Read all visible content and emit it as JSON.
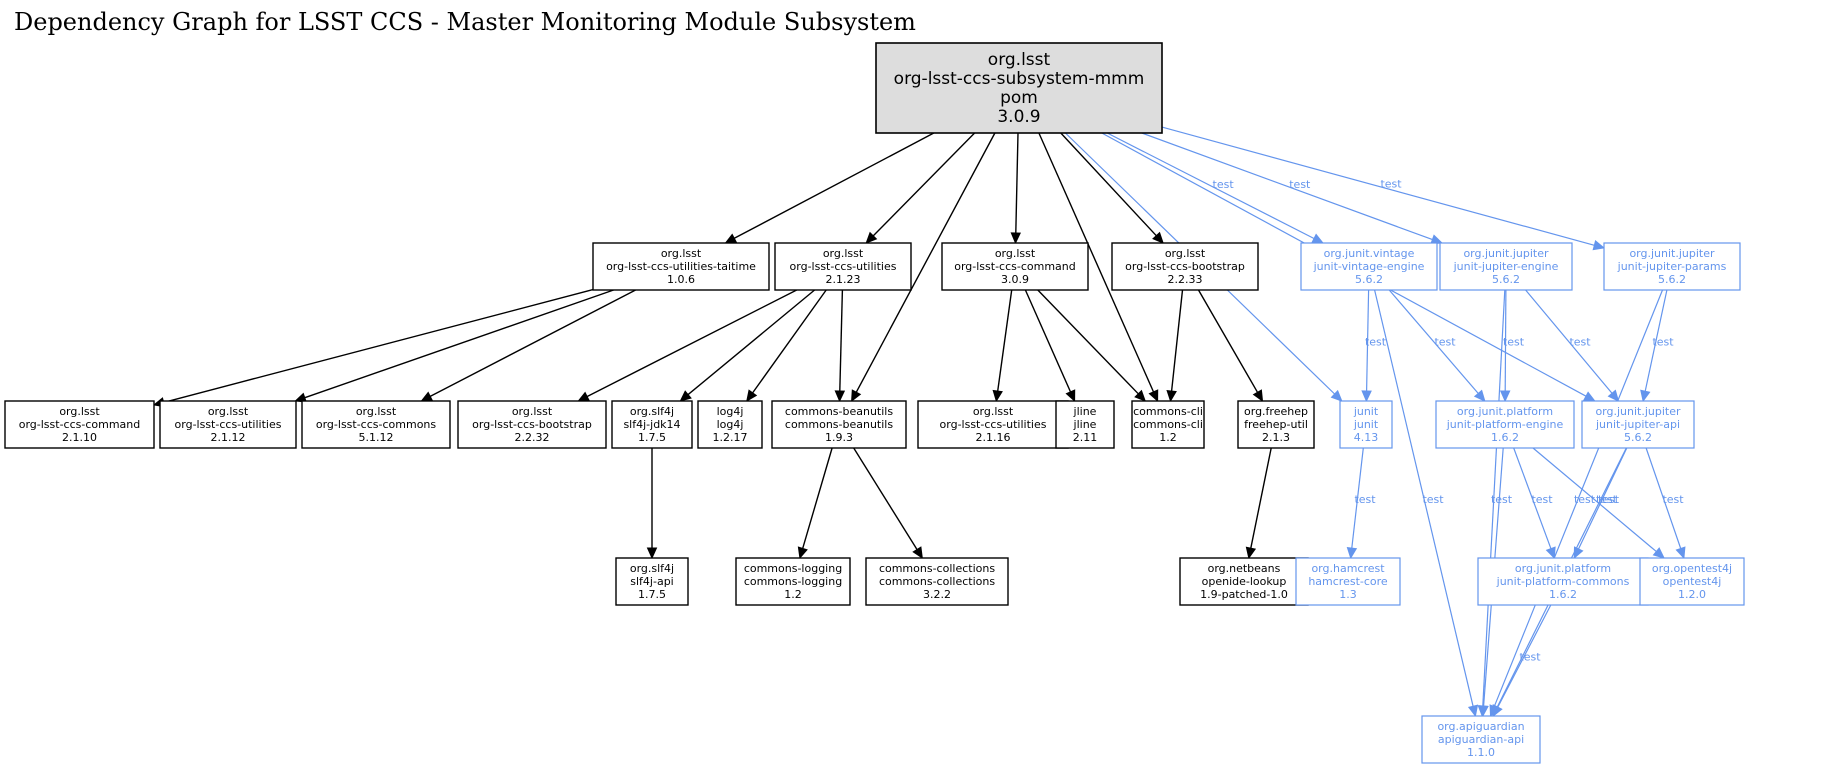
{
  "title": "Dependency Graph for LSST CCS - Master Monitoring Module Subsystem",
  "colors": {
    "compile": "#000000",
    "test": "#6495ed",
    "root_fill": "#dddddd"
  },
  "edge_label_text": "test",
  "nodes": [
    {
      "id": "root",
      "lines": [
        "org.lsst",
        "org-lsst-ccs-subsystem-mmm",
        "pom",
        "3.0.9"
      ],
      "scope": "root"
    },
    {
      "id": "taitime",
      "lines": [
        "org.lsst",
        "org-lsst-ccs-utilities-taitime",
        "1.0.6"
      ],
      "scope": "compile"
    },
    {
      "id": "utilities2123",
      "lines": [
        "org.lsst",
        "org-lsst-ccs-utilities",
        "2.1.23"
      ],
      "scope": "compile"
    },
    {
      "id": "command309",
      "lines": [
        "org.lsst",
        "org-lsst-ccs-command",
        "3.0.9"
      ],
      "scope": "compile"
    },
    {
      "id": "bootstrap2233",
      "lines": [
        "org.lsst",
        "org-lsst-ccs-bootstrap",
        "2.2.33"
      ],
      "scope": "compile"
    },
    {
      "id": "vintage",
      "lines": [
        "org.junit.vintage",
        "junit-vintage-engine",
        "5.6.2"
      ],
      "scope": "test"
    },
    {
      "id": "jupiterengine",
      "lines": [
        "org.junit.jupiter",
        "junit-jupiter-engine",
        "5.6.2"
      ],
      "scope": "test"
    },
    {
      "id": "jupiterparams",
      "lines": [
        "org.junit.jupiter",
        "junit-jupiter-params",
        "5.6.2"
      ],
      "scope": "test"
    },
    {
      "id": "command2110",
      "lines": [
        "org.lsst",
        "org-lsst-ccs-command",
        "2.1.10"
      ],
      "scope": "compile"
    },
    {
      "id": "utilities2112",
      "lines": [
        "org.lsst",
        "org-lsst-ccs-utilities",
        "2.1.12"
      ],
      "scope": "compile"
    },
    {
      "id": "commons5112",
      "lines": [
        "org.lsst",
        "org-lsst-ccs-commons",
        "5.1.12"
      ],
      "scope": "compile"
    },
    {
      "id": "bootstrap2232",
      "lines": [
        "org.lsst",
        "org-lsst-ccs-bootstrap",
        "2.2.32"
      ],
      "scope": "compile"
    },
    {
      "id": "slf4jjdk",
      "lines": [
        "org.slf4j",
        "slf4j-jdk14",
        "1.7.5"
      ],
      "scope": "compile"
    },
    {
      "id": "log4j",
      "lines": [
        "log4j",
        "log4j",
        "1.2.17"
      ],
      "scope": "compile"
    },
    {
      "id": "beanutils",
      "lines": [
        "commons-beanutils",
        "commons-beanutils",
        "1.9.3"
      ],
      "scope": "compile"
    },
    {
      "id": "utilities2116",
      "lines": [
        "org.lsst",
        "org-lsst-ccs-utilities",
        "2.1.16"
      ],
      "scope": "compile"
    },
    {
      "id": "jline",
      "lines": [
        "jline",
        "jline",
        "2.11"
      ],
      "scope": "compile"
    },
    {
      "id": "commonscli",
      "lines": [
        "commons-cli",
        "commons-cli",
        "1.2"
      ],
      "scope": "compile"
    },
    {
      "id": "freehep",
      "lines": [
        "org.freehep",
        "freehep-util",
        "2.1.3"
      ],
      "scope": "compile"
    },
    {
      "id": "junit",
      "lines": [
        "junit",
        "junit",
        "4.13"
      ],
      "scope": "test"
    },
    {
      "id": "platformengine",
      "lines": [
        "org.junit.platform",
        "junit-platform-engine",
        "1.6.2"
      ],
      "scope": "test"
    },
    {
      "id": "jupiterapi",
      "lines": [
        "org.junit.jupiter",
        "junit-jupiter-api",
        "5.6.2"
      ],
      "scope": "test"
    },
    {
      "id": "slf4japi",
      "lines": [
        "org.slf4j",
        "slf4j-api",
        "1.7.5"
      ],
      "scope": "compile"
    },
    {
      "id": "logging",
      "lines": [
        "commons-logging",
        "commons-logging",
        "1.2"
      ],
      "scope": "compile"
    },
    {
      "id": "collections",
      "lines": [
        "commons-collections",
        "commons-collections",
        "3.2.2"
      ],
      "scope": "compile"
    },
    {
      "id": "openide",
      "lines": [
        "org.netbeans",
        "openide-lookup",
        "1.9-patched-1.0"
      ],
      "scope": "compile"
    },
    {
      "id": "hamcrest",
      "lines": [
        "org.hamcrest",
        "hamcrest-core",
        "1.3"
      ],
      "scope": "test"
    },
    {
      "id": "platformcommons",
      "lines": [
        "org.junit.platform",
        "junit-platform-commons",
        "1.6.2"
      ],
      "scope": "test"
    },
    {
      "id": "opentest4j",
      "lines": [
        "org.opentest4j",
        "opentest4j",
        "1.2.0"
      ],
      "scope": "test"
    },
    {
      "id": "apiguardian",
      "lines": [
        "org.apiguardian",
        "apiguardian-api",
        "1.1.0"
      ],
      "scope": "test"
    }
  ],
  "edges": [
    {
      "from": "root",
      "to": "taitime",
      "scope": "compile"
    },
    {
      "from": "root",
      "to": "utilities2123",
      "scope": "compile"
    },
    {
      "from": "root",
      "to": "beanutils",
      "scope": "compile"
    },
    {
      "from": "root",
      "to": "command309",
      "scope": "compile"
    },
    {
      "from": "root",
      "to": "commonscli",
      "scope": "compile"
    },
    {
      "from": "root",
      "to": "bootstrap2233",
      "scope": "compile"
    },
    {
      "from": "root",
      "to": "junit",
      "scope": "test",
      "label": true
    },
    {
      "from": "root",
      "to": "vintage",
      "scope": "test",
      "label": true
    },
    {
      "from": "root",
      "to": "jupiterengine",
      "scope": "test",
      "label": true
    },
    {
      "from": "root",
      "to": "jupiterapi",
      "scope": "test",
      "label": true
    },
    {
      "from": "root",
      "to": "jupiterparams",
      "scope": "test",
      "label": true
    },
    {
      "from": "taitime",
      "to": "command2110",
      "scope": "compile"
    },
    {
      "from": "taitime",
      "to": "utilities2112",
      "scope": "compile"
    },
    {
      "from": "taitime",
      "to": "commons5112",
      "scope": "compile"
    },
    {
      "from": "utilities2123",
      "to": "bootstrap2232",
      "scope": "compile"
    },
    {
      "from": "utilities2123",
      "to": "slf4jjdk",
      "scope": "compile"
    },
    {
      "from": "utilities2123",
      "to": "log4j",
      "scope": "compile"
    },
    {
      "from": "utilities2123",
      "to": "beanutils",
      "scope": "compile"
    },
    {
      "from": "command309",
      "to": "utilities2116",
      "scope": "compile"
    },
    {
      "from": "command309",
      "to": "jline",
      "scope": "compile"
    },
    {
      "from": "command309",
      "to": "commonscli",
      "scope": "compile"
    },
    {
      "from": "bootstrap2233",
      "to": "commonscli",
      "scope": "compile"
    },
    {
      "from": "bootstrap2233",
      "to": "freehep",
      "scope": "compile"
    },
    {
      "from": "vintage",
      "to": "junit",
      "scope": "test",
      "label": true
    },
    {
      "from": "vintage",
      "to": "platformengine",
      "scope": "test",
      "label": true
    },
    {
      "from": "vintage",
      "to": "apiguardian",
      "scope": "test",
      "label": true
    },
    {
      "from": "jupiterengine",
      "to": "platformengine",
      "scope": "test",
      "label": true
    },
    {
      "from": "jupiterengine",
      "to": "jupiterapi",
      "scope": "test",
      "label": true
    },
    {
      "from": "jupiterengine",
      "to": "apiguardian",
      "scope": "test",
      "label": true
    },
    {
      "from": "jupiterparams",
      "to": "jupiterapi",
      "scope": "test",
      "label": true
    },
    {
      "from": "jupiterparams",
      "to": "apiguardian",
      "scope": "test",
      "label": true
    },
    {
      "from": "slf4jjdk",
      "to": "slf4japi",
      "scope": "compile"
    },
    {
      "from": "beanutils",
      "to": "logging",
      "scope": "compile"
    },
    {
      "from": "beanutils",
      "to": "collections",
      "scope": "compile"
    },
    {
      "from": "freehep",
      "to": "openide",
      "scope": "compile"
    },
    {
      "from": "junit",
      "to": "hamcrest",
      "scope": "test",
      "label": true
    },
    {
      "from": "platformengine",
      "to": "platformcommons",
      "scope": "test",
      "label": true
    },
    {
      "from": "platformengine",
      "to": "opentest4j",
      "scope": "test",
      "label": true
    },
    {
      "from": "platformengine",
      "to": "apiguardian",
      "scope": "test",
      "label": true
    },
    {
      "from": "jupiterapi",
      "to": "platformcommons",
      "scope": "test",
      "label": true
    },
    {
      "from": "jupiterapi",
      "to": "opentest4j",
      "scope": "test",
      "label": true
    },
    {
      "from": "jupiterapi",
      "to": "apiguardian",
      "scope": "test",
      "label": true
    },
    {
      "from": "platformcommons",
      "to": "apiguardian",
      "scope": "test",
      "label": true
    }
  ]
}
